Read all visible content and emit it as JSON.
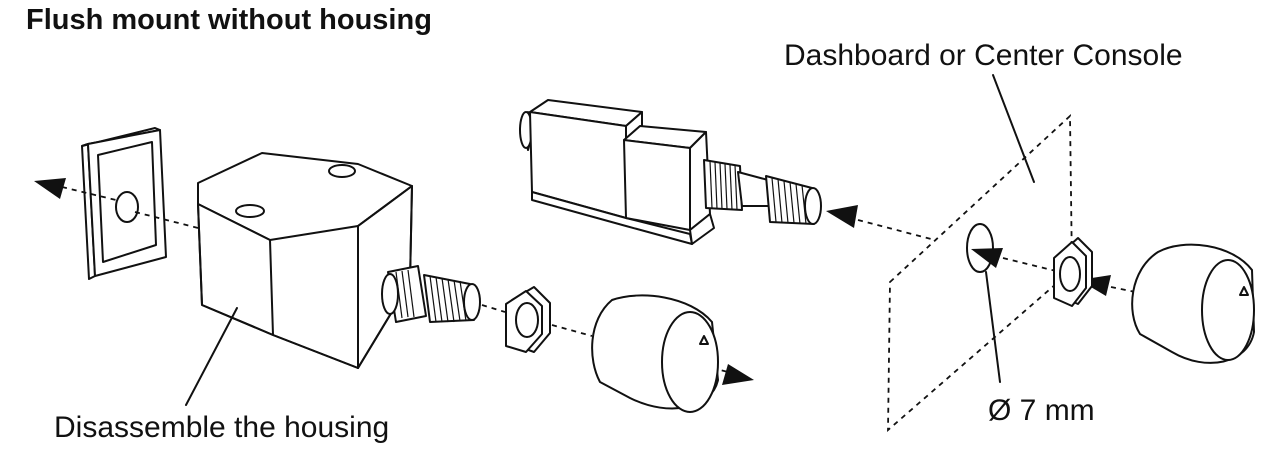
{
  "title": "Flush mount without housing",
  "labels": {
    "dashboard": "Dashboard or Center Console",
    "disassemble": "Disassemble the housing",
    "diameter": "Ø 7 mm"
  }
}
